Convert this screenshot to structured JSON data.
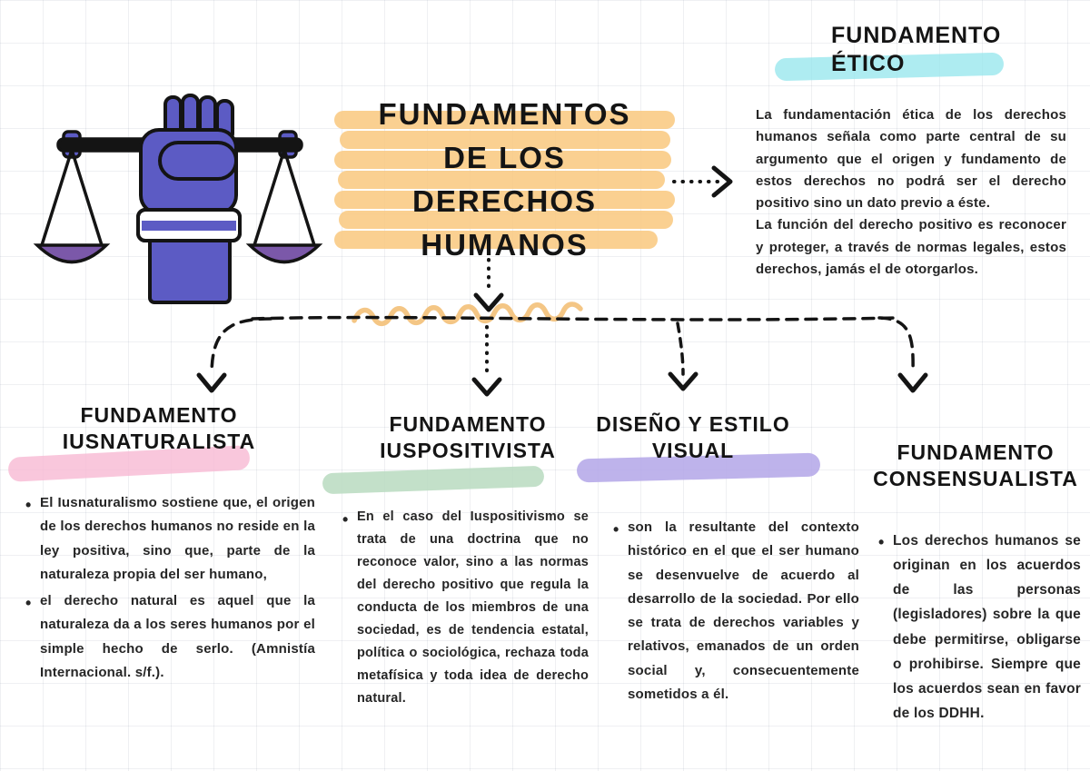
{
  "title": {
    "line1": "FUNDAMENTOS",
    "line2": "DE LOS",
    "line3": "DERECHOS HUMANOS"
  },
  "etico": {
    "heading_line1": "FUNDAMENTO",
    "heading_line2": "ÉTICO",
    "paragraphs": [
      "La fundamentación ética de los derechos humanos señala como parte central de su argumento que el origen y fundamento de estos derechos no podrá ser el derecho positivo sino un dato previo a éste.",
      "La función del derecho positivo es reconocer y proteger, a través de normas legales, estos derechos, jamás el de otorgarlos."
    ]
  },
  "sections": [
    {
      "heading_line1": "FUNDAMENTO",
      "heading_line2": "IUSNATURALISTA",
      "bullets": [
        "El Iusnaturalismo sostiene que, el origen de los derechos humanos no reside en la ley positiva, sino que, parte de la naturaleza propia del ser humano,",
        "el derecho natural es aquel que la naturaleza da a los seres humanos por el simple hecho de serlo. (Amnistía Internacional. s/f.)."
      ]
    },
    {
      "heading_line1": "FUNDAMENTO",
      "heading_line2": "IUSPOSITIVISTA",
      "bullets": [
        "En el caso del Iuspositivismo se trata de una doctrina que no reconoce valor, sino a las normas del derecho positivo que regula la conducta de los miembros de una sociedad, es de tendencia estatal, política o sociológica, rechaza toda metafísica y toda idea de derecho natural."
      ]
    },
    {
      "heading_line1": "DISEÑO Y ESTILO",
      "heading_line2": "VISUAL",
      "bullets": [
        "son la resultante del contexto histórico en el que el ser humano se desenvuelve de acuerdo al desarrollo de la sociedad. Por ello se trata de derechos variables y relativos, emanados de un orden social y, consecuentemente sometidos a él."
      ]
    },
    {
      "heading_line1": "FUNDAMENTO",
      "heading_line2": "CONSENSUALISTA",
      "bullets": [
        "Los derechos humanos se originan en los acuerdos de las personas (legisladores) sobre la que debe permitirse, obligarse o prohibirse. Siempre que los acuerdos sean en favor de los DDHH."
      ]
    }
  ],
  "icons": {
    "illustration": "fist-holding-justice-scales",
    "connectors": "hand-drawn dashed arrows with chevron heads",
    "squiggle": "orange scribble over center dashed line"
  },
  "colors": {
    "title_highlight": "#f9c87e",
    "etico_highlight": "#8fe5ec",
    "iusnaturalista_highlight": "#f7b9d3",
    "iuspositivista_highlight": "#b9dabf",
    "diseno_highlight": "#b3a6e7",
    "illustration_purple": "#5c5bc4",
    "scale_pan_purple": "#7b58a9",
    "squiggle_orange": "#f3c078",
    "ink": "#141414"
  }
}
